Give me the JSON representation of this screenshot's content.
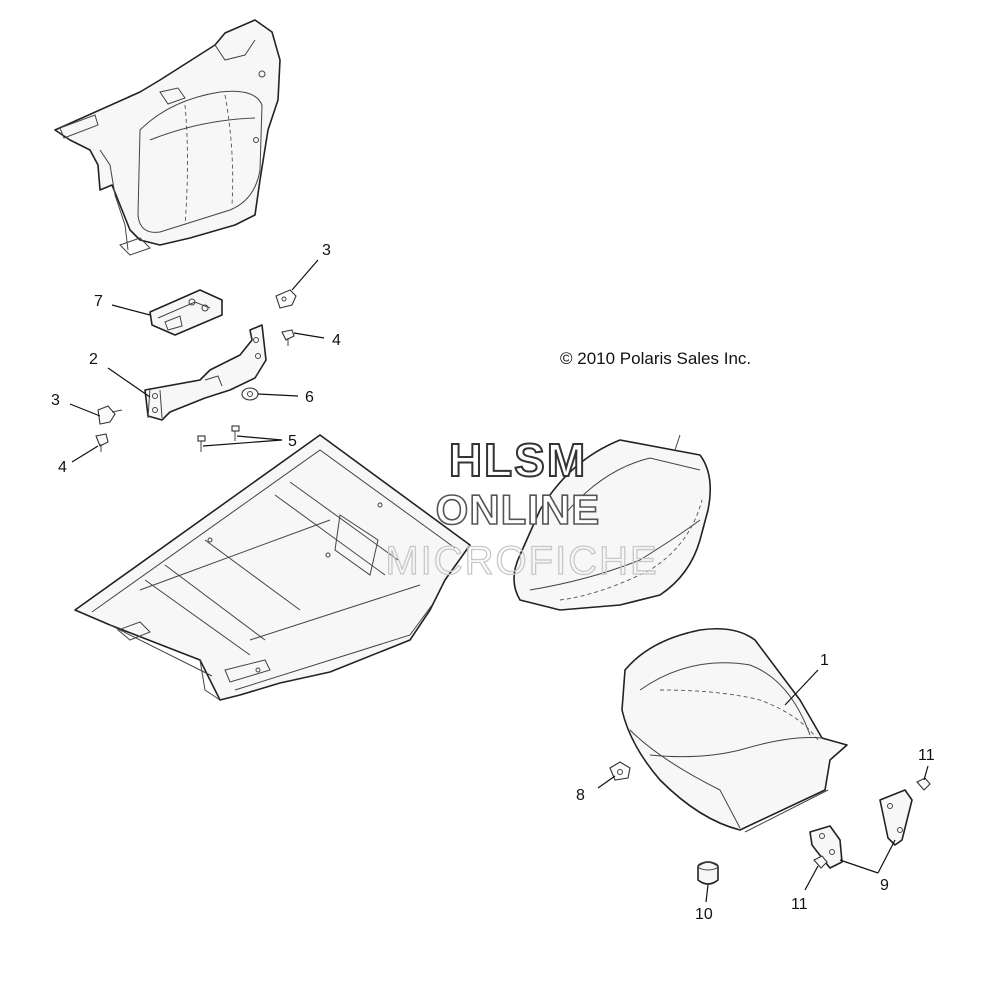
{
  "copyright": "© 2010 Polaris Sales Inc.",
  "watermark": {
    "line1": "HLSM",
    "line2": "ONLINE",
    "line3": "MICROFICHE"
  },
  "callouts": {
    "c1": "1",
    "c2": "2",
    "c3a": "3",
    "c3b": "3",
    "c4a": "4",
    "c4b": "4",
    "c5": "5",
    "c6": "6",
    "c7": "7",
    "c8": "8",
    "c9": "9",
    "c10": "10",
    "c11a": "11",
    "c11b": "11"
  }
}
